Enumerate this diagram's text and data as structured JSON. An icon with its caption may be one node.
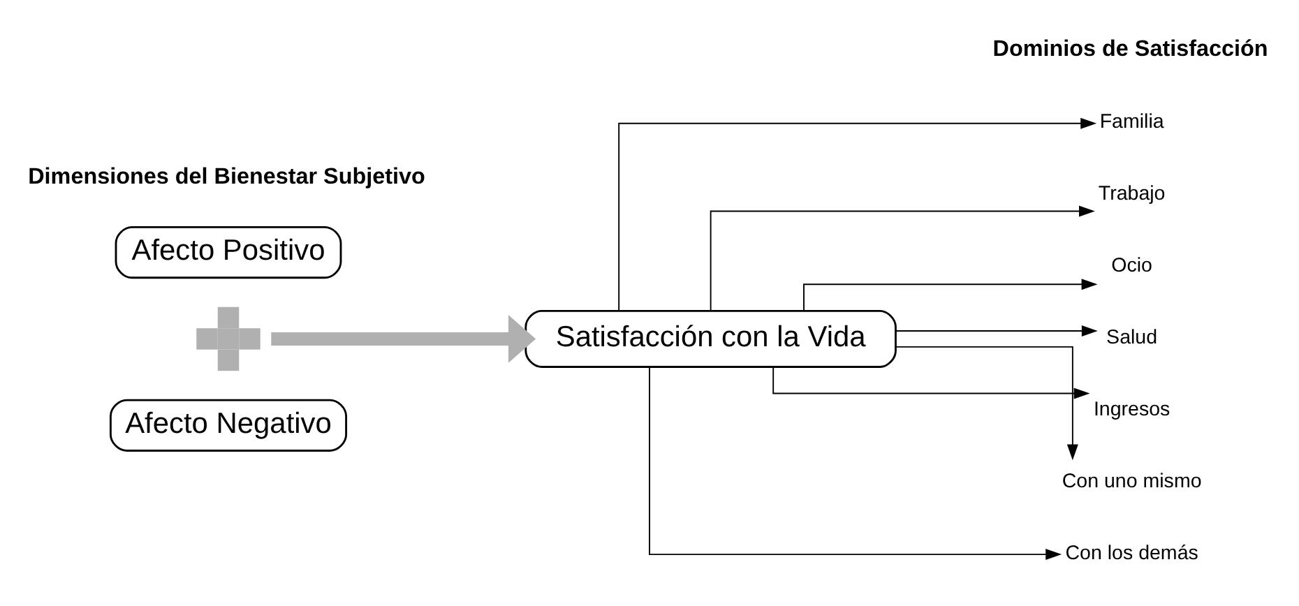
{
  "diagram": {
    "nodes": [
      {
        "text": [
          "Afecto Positivo"
        ]
      },
      {
        "text": [],
        "shape": "plus"
      },
      {
        "text": [
          "Afecto Negativo"
        ]
      },
      {
        "text": [
          "Satisfacción con la Vida"
        ]
      },
      {
        "text": [
          "Familia"
        ]
      },
      {
        "text": [
          "Trabajo"
        ]
      },
      {
        "text": [
          "Ocio"
        ]
      },
      {
        "text": [
          "Salud"
        ]
      },
      {
        "text": [
          "Ingresos"
        ]
      },
      {
        "text": [
          "Con uno mismo"
        ]
      },
      {
        "text": [
          "Con los demás"
        ]
      }
    ],
    "edges": [
      {
        "from": 1,
        "to": 3,
        "arrow": "to",
        "style": "thick",
        "color": "#b0b0b0"
      },
      {
        "from": 3,
        "to": 4,
        "arrow": "to"
      },
      {
        "from": 3,
        "to": 5,
        "arrow": "to"
      },
      {
        "from": 3,
        "to": 6,
        "arrow": "to"
      },
      {
        "from": 3,
        "to": 7,
        "arrow": "to"
      },
      {
        "from": 3,
        "to": 8,
        "arrow": "to"
      },
      {
        "from": 3,
        "to": 9,
        "arrow": "to"
      },
      {
        "from": 3,
        "to": 10,
        "arrow": "to"
      }
    ],
    "labels": [
      "Dimensiones del Bienestar Subjetivo",
      "Dominios de Satisfacción"
    ]
  }
}
